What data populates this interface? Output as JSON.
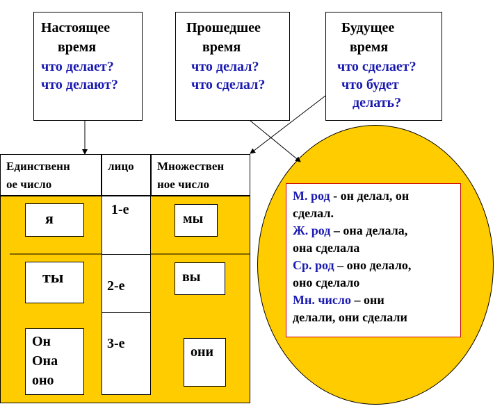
{
  "tenses": {
    "present": {
      "title_1": "Настоящее",
      "title_2": "время",
      "q_1": "что делает?",
      "q_2": "что делают?"
    },
    "past": {
      "title_1": "Прошедшее",
      "title_2": "время",
      "q_1": "что делал?",
      "q_2": "что сделал?"
    },
    "future": {
      "title_1": "Будущее",
      "title_2": "время",
      "q_1": "что сделает?",
      "q_2": "что будет",
      "q_3": "делать?"
    }
  },
  "table": {
    "headers": {
      "singular_1": "Единственн",
      "singular_2": "ое число",
      "singular_3": "число",
      "person": "лицо",
      "plural_1": "Множествен",
      "plural_2": "ное число",
      "plural_3": "число"
    },
    "singular": {
      "first": "я",
      "second": "ты",
      "third_1": "Он",
      "third_2": "Она",
      "third_3": "оно"
    },
    "persons": {
      "first": "1-е",
      "second": "2-е",
      "third": "3-е"
    },
    "plural": {
      "first": "мы",
      "second": "вы",
      "third": "они"
    }
  },
  "past_gender": {
    "masc_label": "М. род",
    "masc_text_1": " - он делал, он",
    "masc_text_2": "сделал.",
    "fem_label": "Ж. род",
    "fem_text_1": " – она делала,",
    "fem_text_2": "она сделала",
    "neut_label": "Ср. род",
    "neut_text_1": " – оно делало,",
    "neut_text_2": "оно сделало",
    "plural_label": "Мн. число",
    "plural_text_1": " – они",
    "plural_text_2": "делали, они сделали"
  },
  "colors": {
    "fill": "#ffcc00",
    "question": "#1a1ab0",
    "info_border": "#cc0000"
  }
}
